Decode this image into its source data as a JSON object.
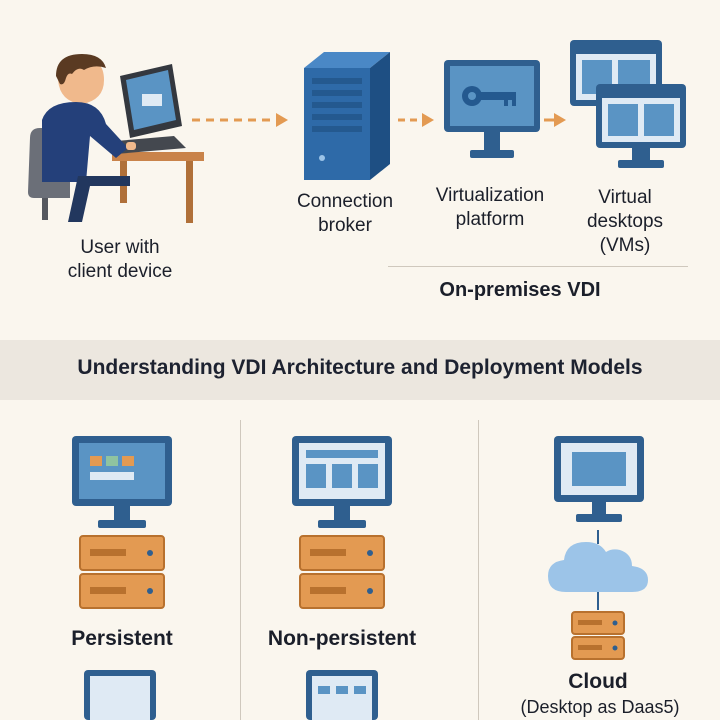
{
  "top_section": {
    "user_label": "User with\nclient device",
    "broker_label": "Connection\nbroker",
    "platform_label": "Virtualization\nplatform",
    "desktops_label": "Virtual\ndesktops\n(VMs)",
    "section_caption": "On-premises VDI"
  },
  "banner": {
    "title": "Understanding VDI Architecture and Deployment Models"
  },
  "models": {
    "persistent": "Persistent",
    "non_persistent": "Non-persistent",
    "cloud": "Cloud",
    "cloud_sub": "(Desktop as Daas5)"
  },
  "colors": {
    "background": "#faf6ee",
    "banner": "#ece7df",
    "monitor_frame": "#2f5f8f",
    "screen": "#5a94c4",
    "server": "#2e6aa8",
    "orange_server": "#e39a52",
    "arrow": "#e39a52"
  }
}
